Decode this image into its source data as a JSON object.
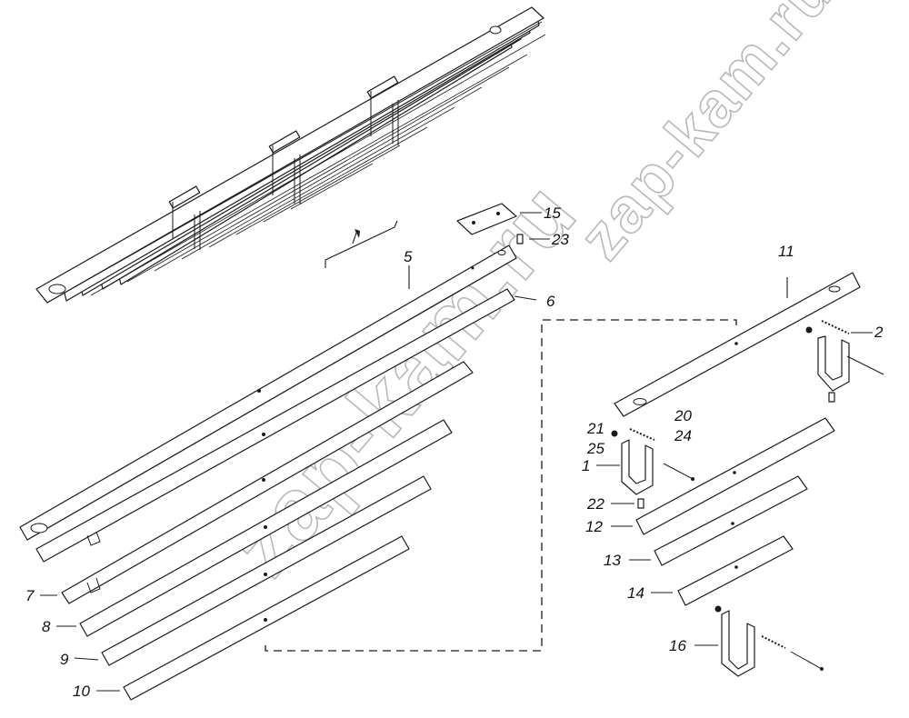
{
  "watermarks": {
    "primary": "zap-kam.ru",
    "secondary": "zap-kam.ru"
  },
  "parts": [
    {
      "number": "1"
    },
    {
      "number": "2"
    },
    {
      "number": "5"
    },
    {
      "number": "6"
    },
    {
      "number": "7"
    },
    {
      "number": "8"
    },
    {
      "number": "9"
    },
    {
      "number": "10"
    },
    {
      "number": "11"
    },
    {
      "number": "12"
    },
    {
      "number": "13"
    },
    {
      "number": "14"
    },
    {
      "number": "15"
    },
    {
      "number": "16"
    },
    {
      "number": "20"
    },
    {
      "number": "21"
    },
    {
      "number": "22"
    },
    {
      "number": "23"
    },
    {
      "number": "24"
    },
    {
      "number": "25"
    }
  ]
}
